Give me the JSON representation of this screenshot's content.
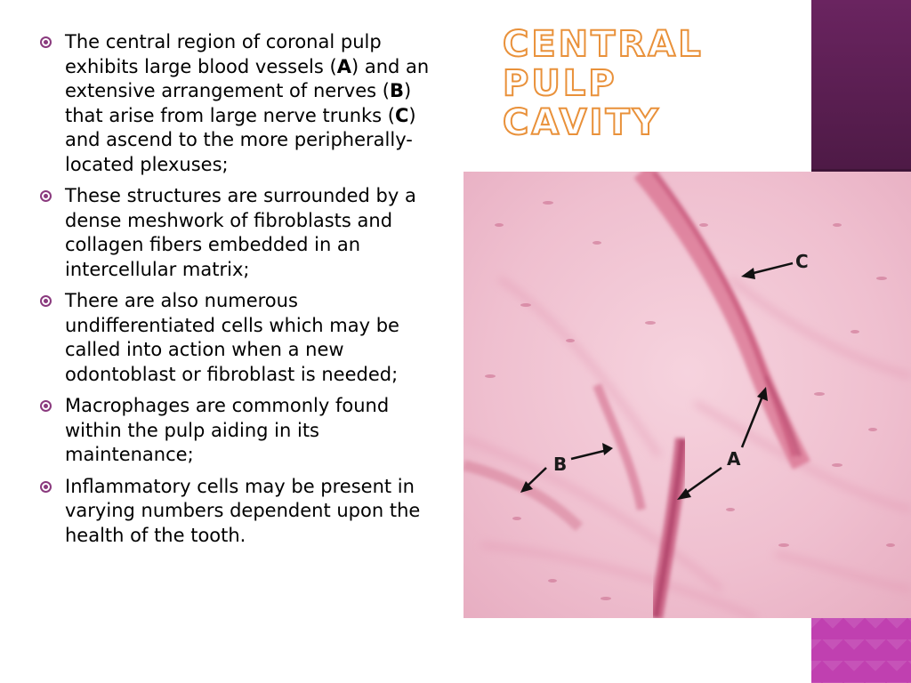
{
  "slide": {
    "title_lines": [
      "Central Pulp",
      "Cavity"
    ],
    "bullets": [
      {
        "parts": [
          "The central region of coronal pulp exhibits large blood vessels (",
          "A",
          ") and an extensive arrangement of nerves (",
          "B",
          ") that arise from large nerve trunks (",
          "C",
          ") and ascend to the more peripherally-located plexuses;"
        ]
      },
      {
        "text": " These structures are surrounded by a dense meshwork of fibroblasts and collagen fibers embedded in an intercellular matrix;"
      },
      {
        "text": " There are also numerous undifferentiated cells which may be called into action when a new odontoblast or fibroblast is needed;"
      },
      {
        "text": "Macrophages are commonly found within the pulp aiding in its maintenance;"
      },
      {
        "text": " Inflammatory cells may be present in varying numbers dependent upon the health of the tooth."
      }
    ],
    "micrograph": {
      "labels": {
        "a": "A",
        "b": "B",
        "c": "C"
      }
    },
    "colors": {
      "title_outline": "#e9913a",
      "bullet": "#8a3a7e",
      "band": "#4a1840",
      "band_accent": "#c040b0",
      "tissue": "#f1c4d2"
    }
  }
}
